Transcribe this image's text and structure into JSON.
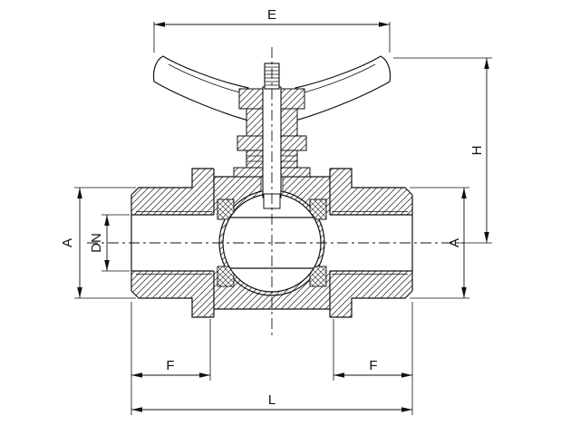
{
  "colors": {
    "background": "#ffffff",
    "line": "#111111"
  },
  "labels": {
    "e": "E",
    "h": "H",
    "a_left": "A",
    "dn": "DN",
    "a_right": "A",
    "f_left": "F",
    "f_right": "F",
    "l": "L"
  }
}
